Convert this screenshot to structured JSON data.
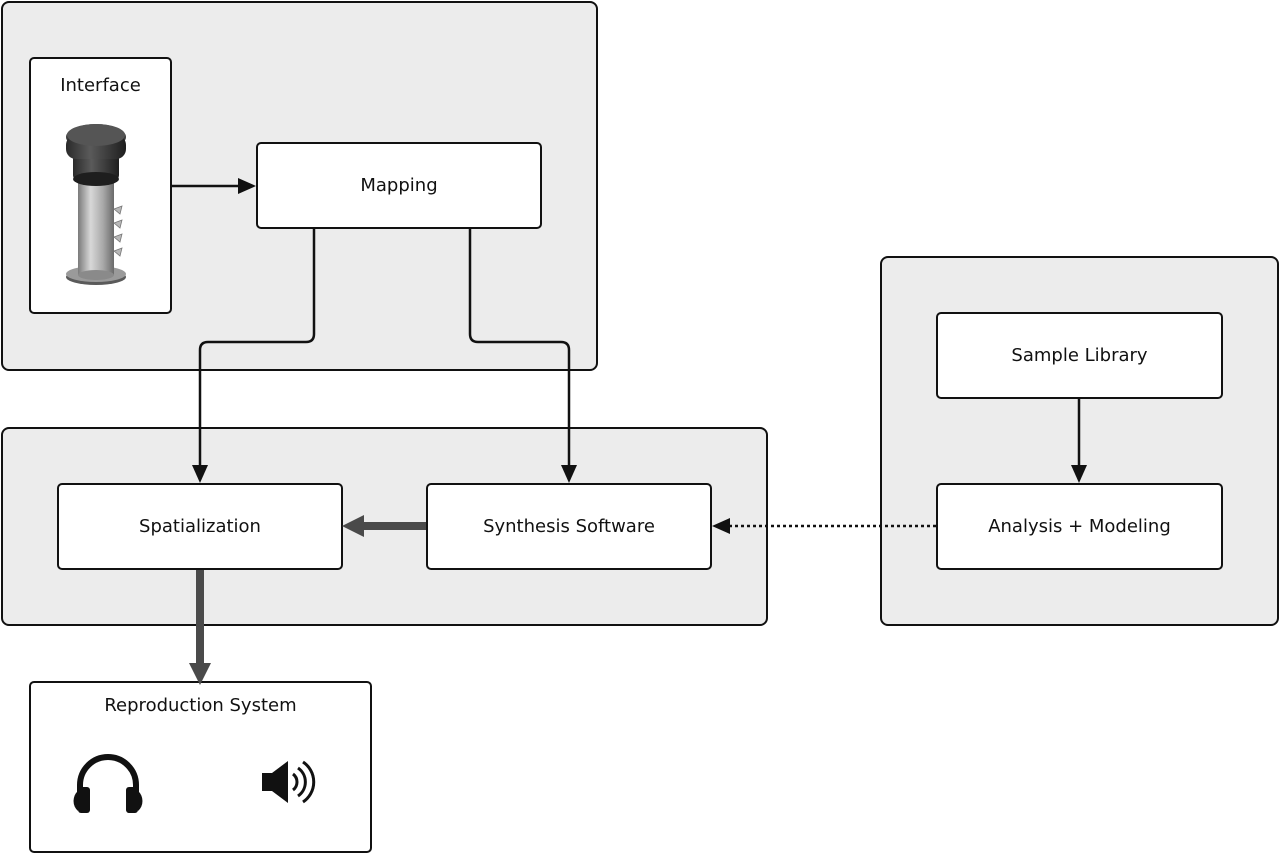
{
  "groups": {
    "control": {
      "name": "control-group"
    },
    "processing": {
      "name": "processing-group"
    },
    "sample": {
      "name": "sample-group"
    }
  },
  "nodes": {
    "interface": {
      "label": "Interface",
      "icon": "tubular-controller-icon"
    },
    "mapping": {
      "label": "Mapping"
    },
    "spatialization": {
      "label": "Spatialization"
    },
    "synthesis": {
      "label": "Synthesis Software"
    },
    "sample_library": {
      "label": "Sample Library"
    },
    "analysis": {
      "label": "Analysis + Modeling"
    },
    "reproduction": {
      "label": "Reproduction System",
      "icons": [
        "headphones-icon",
        "speaker-icon"
      ]
    }
  },
  "edges": [
    {
      "from": "interface",
      "to": "mapping",
      "style": "solid"
    },
    {
      "from": "mapping",
      "to": "spatialization",
      "style": "solid"
    },
    {
      "from": "mapping",
      "to": "synthesis",
      "style": "solid"
    },
    {
      "from": "synthesis",
      "to": "spatialization",
      "style": "thick"
    },
    {
      "from": "spatialization",
      "to": "reproduction",
      "style": "thick"
    },
    {
      "from": "sample_library",
      "to": "analysis",
      "style": "solid"
    },
    {
      "from": "analysis",
      "to": "synthesis",
      "style": "dotted"
    }
  ],
  "colors": {
    "group_fill": "#ececec",
    "box_fill": "#ffffff",
    "stroke": "#111111",
    "thick_arrow": "#4a4a4a"
  }
}
